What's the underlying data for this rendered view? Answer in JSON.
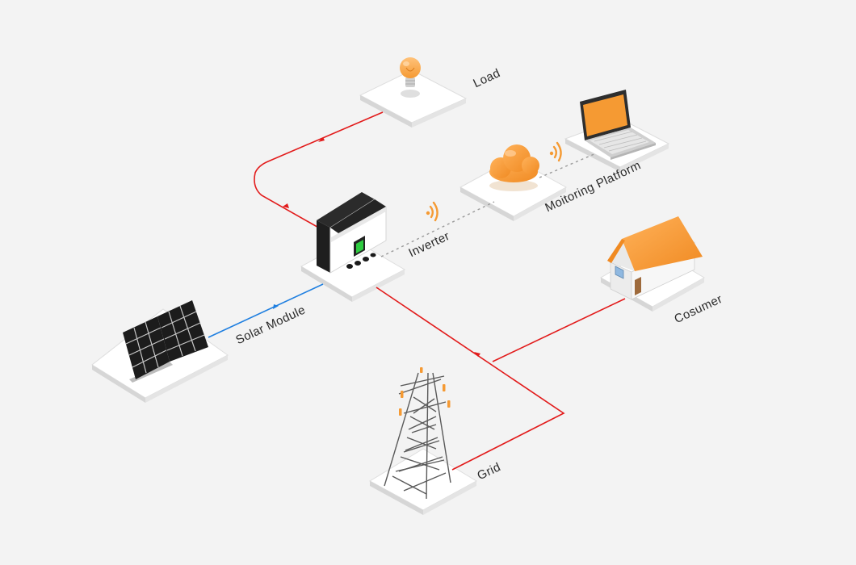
{
  "labels": {
    "load": "Load",
    "monitoring": "Moitoring Platform",
    "inverter": "Inverter",
    "solar": "Solar Module",
    "consumer": "Cosumer",
    "grid": "Grid"
  },
  "colors": {
    "background": "#f3f3f3",
    "ac_line": "#e21b1b",
    "dc_line": "#1f7fe0",
    "data_link": "#9a9a9a",
    "accent": "#f59a33"
  },
  "icons": [
    "bulb-icon",
    "laptop-icon",
    "cloud-icon",
    "wifi-icon",
    "inverter-icon",
    "solar-panel-icon",
    "house-icon",
    "tower-icon"
  ]
}
